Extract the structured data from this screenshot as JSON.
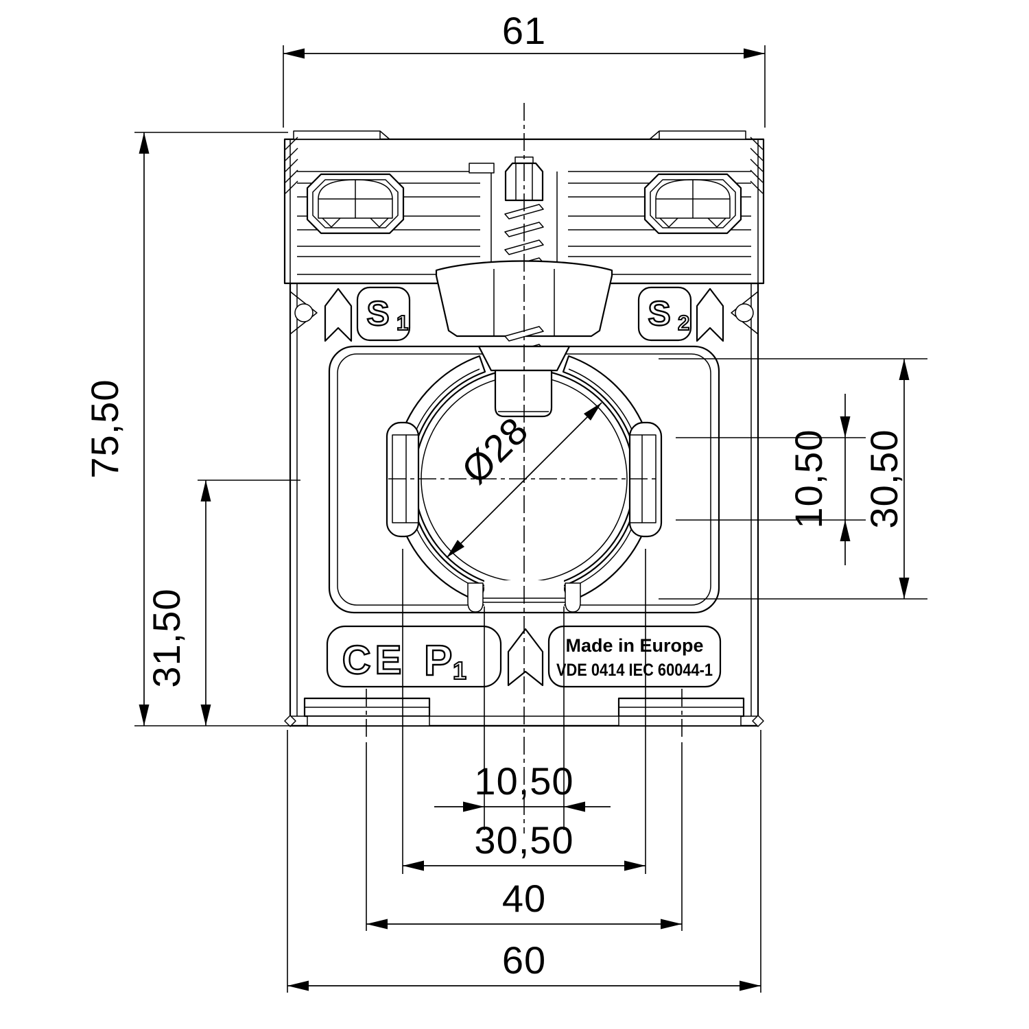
{
  "dimensions": {
    "top_width": "61",
    "overall_height": "75,50",
    "center_height": "31,50",
    "right_inner": "10,50",
    "right_outer": "30,50",
    "bottom_inner": "10,50",
    "bottom_mid": "30,50",
    "bottom_feet": "40",
    "bottom_width": "60",
    "bore": "Ø28"
  },
  "labels": {
    "s1": {
      "main": "S",
      "sub": "1"
    },
    "s2": {
      "main": "S",
      "sub": "2"
    },
    "p1": {
      "main": "P",
      "sub": "1"
    },
    "ce": "CE",
    "made_in": "Made in Europe",
    "standard": "VDE 0414 IEC 60044-1"
  }
}
